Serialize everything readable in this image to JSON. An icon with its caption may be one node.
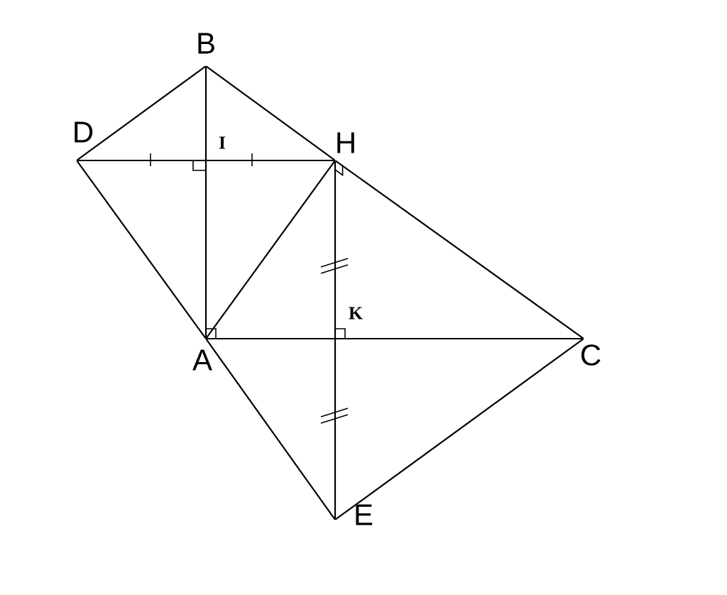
{
  "diagram": {
    "nodes": [
      {
        "text": [
          "B"
        ]
      },
      {
        "text": [
          "D"
        ]
      },
      {
        "text": [
          "I"
        ]
      },
      {
        "text": [
          "H"
        ]
      },
      {
        "text": [
          "K"
        ]
      },
      {
        "text": [
          "A"
        ]
      },
      {
        "text": [
          "C"
        ]
      },
      {
        "text": [
          "E"
        ]
      }
    ],
    "edges": [
      {
        "from": 0,
        "to": 1,
        "arrow": "none"
      },
      {
        "from": 0,
        "to": 3,
        "arrow": "none"
      },
      {
        "from": 3,
        "to": 6,
        "arrow": "none"
      },
      {
        "from": 1,
        "to": 2,
        "arrow": "none"
      },
      {
        "from": 2,
        "to": 3,
        "arrow": "none"
      },
      {
        "from": 0,
        "to": 2,
        "arrow": "none"
      },
      {
        "from": 2,
        "to": 5,
        "arrow": "none"
      },
      {
        "from": 1,
        "to": 5,
        "arrow": "none"
      },
      {
        "from": 5,
        "to": 7,
        "arrow": "none"
      },
      {
        "from": 5,
        "to": 3,
        "arrow": "none"
      },
      {
        "from": 3,
        "to": 4,
        "arrow": "none"
      },
      {
        "from": 4,
        "to": 7,
        "arrow": "none"
      },
      {
        "from": 5,
        "to": 4,
        "arrow": "none"
      },
      {
        "from": 4,
        "to": 6,
        "arrow": "none"
      },
      {
        "from": 6,
        "to": 7,
        "arrow": "none"
      }
    ]
  }
}
